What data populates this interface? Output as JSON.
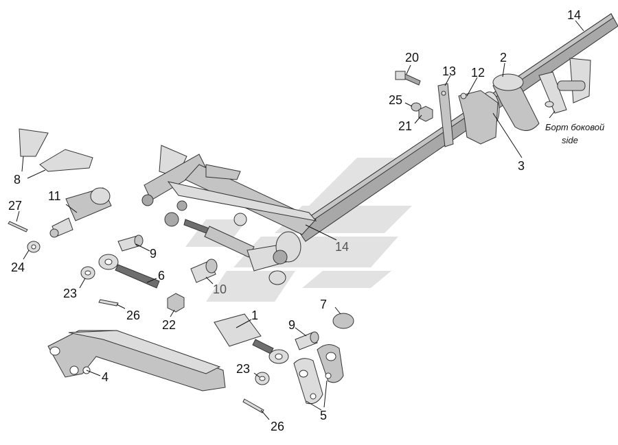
{
  "callouts": {
    "c14_top": "14",
    "c14_mid": "14",
    "c1": "1",
    "c2": "2",
    "c3": "3",
    "c4": "4",
    "c5": "5",
    "c6": "6",
    "c7": "7",
    "c8": "8",
    "c9_upper": "9",
    "c9_lower": "9",
    "c10": "10",
    "c11": "11",
    "c12": "12",
    "c13": "13",
    "c20": "20",
    "c21": "21",
    "c22": "22",
    "c23_upper": "23",
    "c23_lower": "23",
    "c24": "24",
    "c25": "25",
    "c26_upper": "26",
    "c26_lower": "26",
    "c27": "27"
  },
  "note": {
    "line1": "Борт боковой",
    "line2": "side"
  },
  "colors": {
    "watermark": "#dcdcdc",
    "part_shade": "#a8a8a8",
    "outline": "#333333"
  }
}
